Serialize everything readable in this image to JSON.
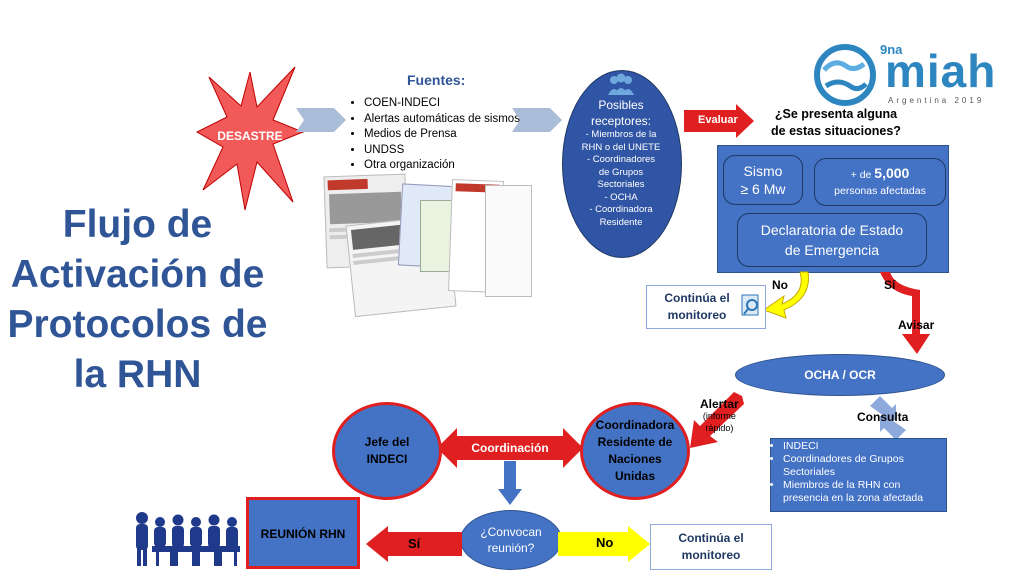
{
  "title": [
    "Flujo de",
    "Activación de",
    "Protocolos de",
    "la RHN"
  ],
  "logo": {
    "superscript": "9na",
    "name": "miah",
    "subtitle": "Argentina 2019"
  },
  "desastre": "DESASTRE",
  "fuentes": {
    "heading": "Fuentes:",
    "items": [
      "COEN-INDECI",
      "Alertas automáticas de sismos",
      "Medios de Prensa",
      "UNDSS",
      "Otra organización"
    ]
  },
  "receptores": {
    "heading": [
      "Posibles",
      "receptores:"
    ],
    "lines": [
      "- Miembros de la",
      "RHN o del UNETE",
      "- Coordinadores",
      "de Grupos",
      "Sectoriales",
      "- OCHA",
      "- Coordinadora",
      "Residente"
    ]
  },
  "evaluar": "Evaluar",
  "pregunta": [
    "¿Se presenta alguna",
    "de estas situaciones?"
  ],
  "situaciones": {
    "sismo": [
      "Sismo",
      "≥ 6 Mw"
    ],
    "personas": {
      "prefix": "+ de",
      "number": "5,000",
      "suffix": "personas afectadas"
    },
    "declaratoria": [
      "Declaratoria de Estado",
      "de Emergencia"
    ]
  },
  "no_label": "No",
  "si_label": "Sí",
  "continua_1": [
    "Continúa el",
    "monitoreo"
  ],
  "avisar": "Avisar",
  "ocha": "OCHA / OCR",
  "alertar": [
    "Alertar",
    "(informe",
    "rápido)"
  ],
  "consulta": "Consulta",
  "consulta_list": [
    "INDECI",
    "Coordinadores de Grupos Sectoriales",
    "Miembros de la RHN con presencia en la zona afectada"
  ],
  "coordinadora": [
    "Coordinadora",
    "Residente de",
    "Naciones",
    "Unidas"
  ],
  "coordinacion": "Coordinación",
  "jefe": [
    "Jefe del",
    "INDECI"
  ],
  "convocan": [
    "¿Convocan",
    "reunión?"
  ],
  "no_bottom": "No",
  "si_bottom": "Sí",
  "continua_2": [
    "Continúa el",
    "monitoreo"
  ],
  "reunion": "REUNIÓN RHN",
  "colors": {
    "title": "#2f5597",
    "blue_fill": "#4472c4",
    "red": "#e02020",
    "yellow": "#ffff00",
    "starburst": "#f25a5a"
  }
}
